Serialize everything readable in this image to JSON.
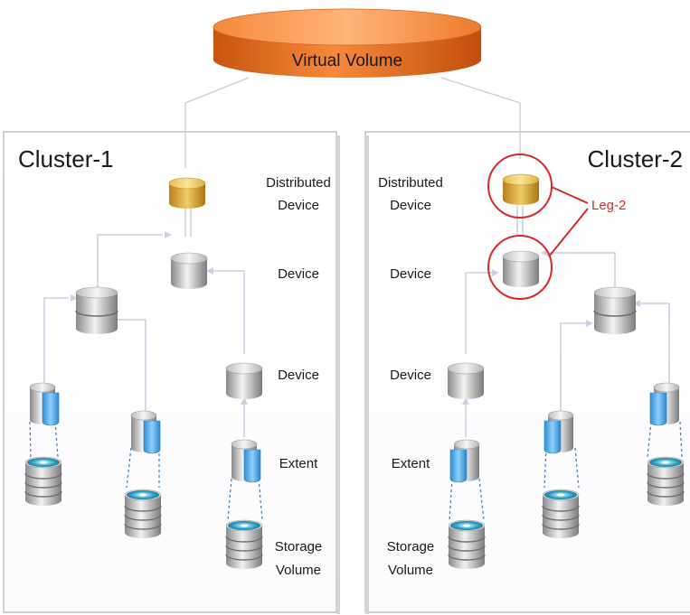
{
  "virtual_volume": {
    "label": "Virtual Volume"
  },
  "clusters": [
    {
      "title": "Cluster-1"
    },
    {
      "title": "Cluster-2"
    }
  ],
  "labels": {
    "distributed_device_line1": "Distributed",
    "distributed_device_line2": "Device",
    "device": "Device",
    "extent": "Extent",
    "storage_volume_line1": "Storage",
    "storage_volume_line2": "Volume"
  },
  "callout": {
    "label": "Leg-2"
  },
  "colors": {
    "virtual_volume": "#f07a22",
    "distributed_device": "#d9a933",
    "device": "#a9a9a9",
    "extent_blue": "#4aa7e6",
    "highlight": "#d62a2a",
    "connector": "#c8d2e2"
  }
}
